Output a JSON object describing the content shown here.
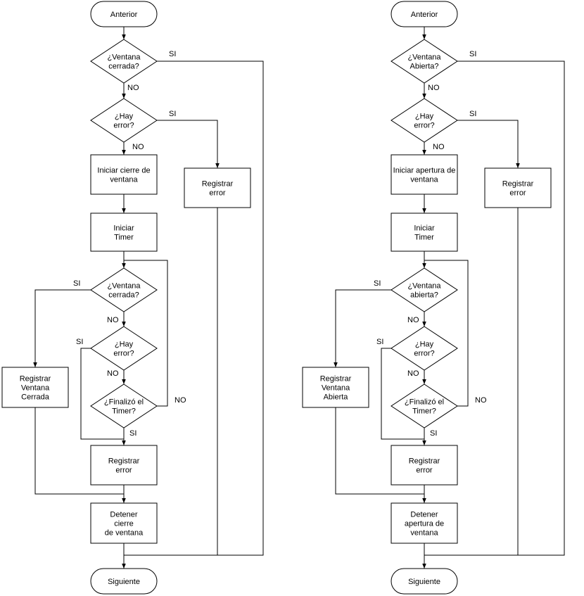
{
  "left": {
    "start": "Anterior",
    "q1": [
      "¿Ventana",
      "cerrada?"
    ],
    "q2": [
      "¿Hay",
      "error?"
    ],
    "init": [
      "Iniciar cierre de",
      "ventana"
    ],
    "timer": [
      "Iniciar",
      "Timer"
    ],
    "reg_err_top": [
      "Registrar",
      "error"
    ],
    "q3": [
      "¿Ventana",
      "cerrada?"
    ],
    "q4": [
      "¿Hay",
      "error?"
    ],
    "q5": [
      "¿Finalizó el",
      "Timer?"
    ],
    "reg_state": [
      "Registrar",
      "Ventana",
      "Cerrada"
    ],
    "reg_err_bottom": [
      "Registrar",
      "error"
    ],
    "stop": [
      "Detener",
      "cierre",
      "de ventana"
    ],
    "end": "Siguiente"
  },
  "right": {
    "start": "Anterior",
    "q1": [
      "¿Ventana",
      "Abierta?"
    ],
    "q2": [
      "¿Hay",
      "error?"
    ],
    "init": [
      "Iniciar apertura de",
      "ventana"
    ],
    "timer": [
      "Iniciar",
      "Timer"
    ],
    "reg_err_top": [
      "Registrar",
      "error"
    ],
    "q3": [
      "¿Ventana",
      "abierta?"
    ],
    "q4": [
      "¿Hay",
      "error?"
    ],
    "q5": [
      "¿Finalizó el",
      "Timer?"
    ],
    "reg_state": [
      "Registrar",
      "Ventana",
      "Abierta"
    ],
    "reg_err_bottom": [
      "Registrar",
      "error"
    ],
    "stop": [
      "Detener",
      "apertura de",
      "ventana"
    ],
    "end": "Siguiente"
  },
  "labels": {
    "yes": "SI",
    "no": "NO"
  }
}
